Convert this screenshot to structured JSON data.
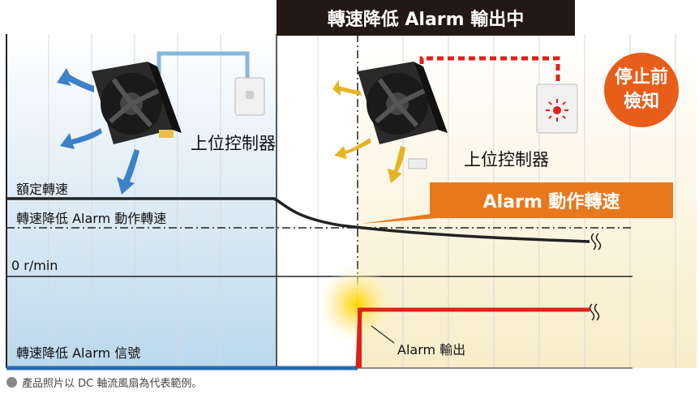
{
  "title": "轉速降低 Alarm 輸出中",
  "left_panel": {
    "host_label": "上位控制器",
    "rated_speed_label": "額定轉速",
    "alarm_speed_label": "轉速降低 Alarm 動作轉速",
    "zero_label": "0 r/min",
    "signal_label": "轉速降低 Alarm 信號"
  },
  "right_panel": {
    "host_label": "上位控制器",
    "alarm_speed_callout": "Alarm 動作轉速",
    "alarm_output_label": "Alarm 輸出",
    "stop_badge_line1": "停止前",
    "stop_badge_line2": "檢知"
  },
  "footnote": "產品照片以 DC 軸流風扇為代表範例。",
  "colors": {
    "left_bg": "#cfe3f1",
    "right_bg": "#fbf3dc",
    "signal_low": "#2b6cb0",
    "signal_high": "#e0201a",
    "connection_ok": "#8ab8dc",
    "connection_alarm": "#e0201a",
    "banner": "#231815",
    "callout": "#e8781e",
    "badge": "#e85d1a"
  },
  "icons": [
    "fan-icon",
    "airflow-arrow-icon",
    "controller-icon",
    "alarm-light-icon",
    "break-mark-icon"
  ]
}
